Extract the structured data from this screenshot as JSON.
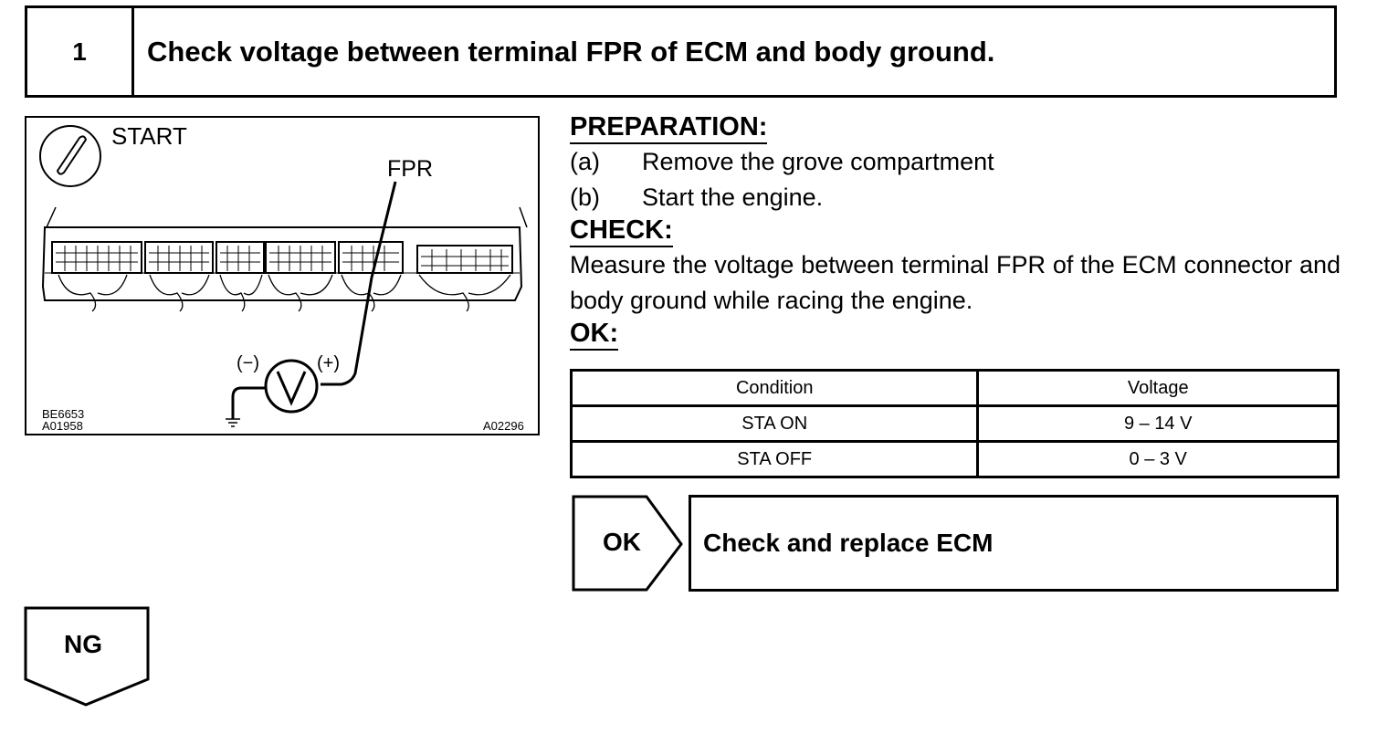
{
  "step": {
    "number": "1",
    "title": "Check voltage between terminal FPR of ECM and body ground."
  },
  "figure": {
    "ignition_label": "START",
    "terminal_label": "FPR",
    "probe_negative": "(−)",
    "probe_positive": "(+)",
    "meter_symbol": "V",
    "codes": [
      "BE6653",
      "A01958",
      "A02296"
    ]
  },
  "preparation": {
    "heading": "PREPARATION:",
    "steps": [
      {
        "label": "(a)",
        "text": "Remove the grove compartment"
      },
      {
        "label": "(b)",
        "text": "Start the engine."
      }
    ]
  },
  "check": {
    "heading": "CHECK:",
    "text": "Measure the voltage between terminal FPR of the ECM connector and body ground while racing the engine."
  },
  "ok_section": {
    "heading": "OK:",
    "table": {
      "headers": [
        "Condition",
        "Voltage"
      ],
      "rows": [
        [
          "STA ON",
          "9 – 14 V"
        ],
        [
          "STA OFF",
          "0 – 3 V"
        ]
      ]
    }
  },
  "ok_result": {
    "label": "OK",
    "action": "Check and replace ECM"
  },
  "ng_result": {
    "label": "NG"
  }
}
